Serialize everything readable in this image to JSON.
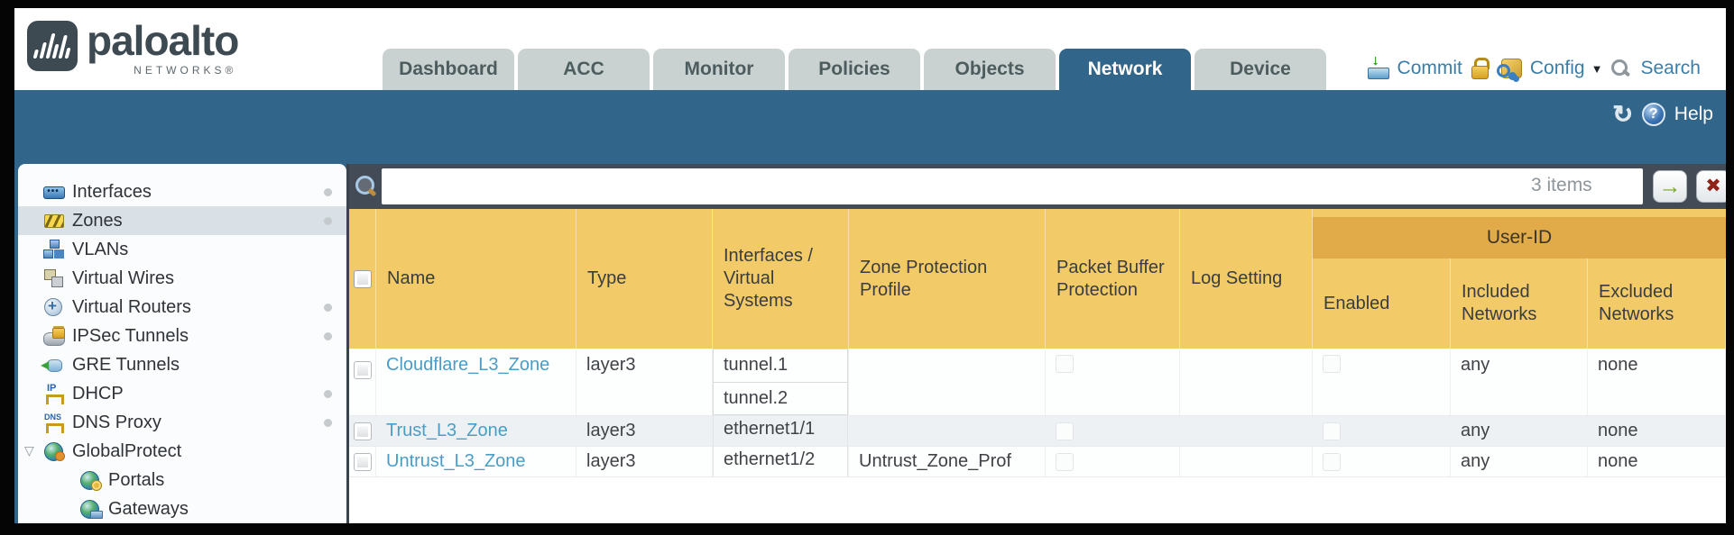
{
  "brand": {
    "wordmark": "paloalto",
    "sub": "NETWORKS®"
  },
  "tabs": [
    {
      "label": "Dashboard"
    },
    {
      "label": "ACC"
    },
    {
      "label": "Monitor"
    },
    {
      "label": "Policies"
    },
    {
      "label": "Objects"
    },
    {
      "label": "Network",
      "active": true
    },
    {
      "label": "Device"
    }
  ],
  "utility": {
    "commit": "Commit",
    "config": "Config",
    "search": "Search"
  },
  "band": {
    "help": "Help"
  },
  "sidebar": {
    "items": [
      {
        "label": "Interfaces",
        "icon": "interfaces-icon",
        "dot": true
      },
      {
        "label": "Zones",
        "icon": "zones-icon",
        "dot": true,
        "selected": true
      },
      {
        "label": "VLANs",
        "icon": "vlans-icon"
      },
      {
        "label": "Virtual Wires",
        "icon": "virtual-wires-icon"
      },
      {
        "label": "Virtual Routers",
        "icon": "virtual-routers-icon",
        "dot": true
      },
      {
        "label": "IPSec Tunnels",
        "icon": "ipsec-tunnels-icon",
        "dot": true
      },
      {
        "label": "GRE Tunnels",
        "icon": "gre-tunnels-icon"
      },
      {
        "label": "DHCP",
        "icon": "dhcp-icon",
        "dot": true
      },
      {
        "label": "DNS Proxy",
        "icon": "dns-proxy-icon",
        "dot": true
      },
      {
        "label": "GlobalProtect",
        "icon": "globalprotect-icon",
        "expanded": true
      },
      {
        "label": "Portals",
        "icon": "portals-icon",
        "child": true
      },
      {
        "label": "Gateways",
        "icon": "gateways-icon",
        "child": true
      }
    ]
  },
  "filter": {
    "count": "3 items",
    "value": ""
  },
  "table": {
    "group_header": "User-ID",
    "columns": {
      "name": "Name",
      "type": "Type",
      "interfaces": "Interfaces / Virtual Systems",
      "zone_protection": "Zone Protection Profile",
      "packet_buffer": "Packet Buffer Protection",
      "log_setting": "Log Setting",
      "enabled": "Enabled",
      "included": "Included Networks",
      "excluded": "Excluded Networks"
    },
    "rows": [
      {
        "name": "Cloudflare_L3_Zone",
        "type": "layer3",
        "interfaces": [
          "tunnel.1",
          "tunnel.2"
        ],
        "zone_protection": "",
        "log_setting": "",
        "included": "any",
        "excluded": "none"
      },
      {
        "name": "Trust_L3_Zone",
        "type": "layer3",
        "interfaces": [
          "ethernet1/1"
        ],
        "zone_protection": "",
        "log_setting": "",
        "included": "any",
        "excluded": "none"
      },
      {
        "name": "Untrust_L3_Zone",
        "type": "layer3",
        "interfaces": [
          "ethernet1/2"
        ],
        "zone_protection": "Untrust_Zone_Prof",
        "log_setting": "",
        "included": "any",
        "excluded": "none"
      }
    ]
  },
  "colors": {
    "teal": "#31658a",
    "charcoal": "#424b56",
    "header_amber": "#f2ca67",
    "group_amber": "#e2ab49",
    "link_blue": "#4a9dc5",
    "utility_blue": "#3a7ea8"
  }
}
